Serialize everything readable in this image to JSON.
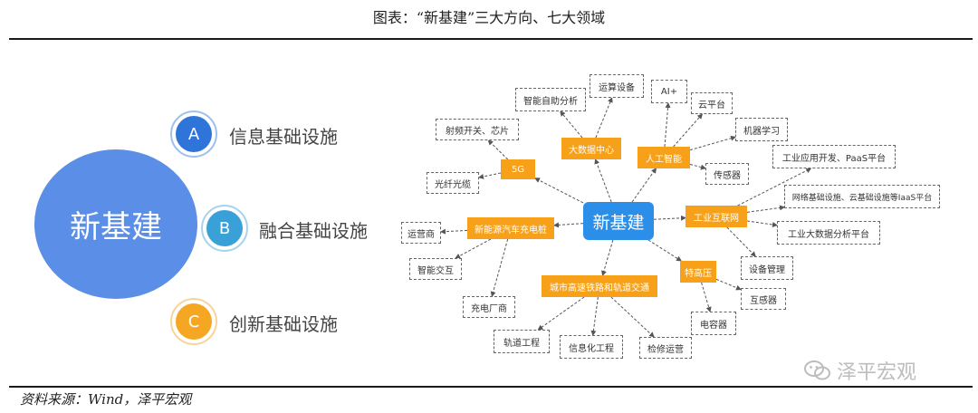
{
  "title": "图表：“新基建”三大方向、七大领域",
  "source": "资料来源：Wind，泽平宏观",
  "watermark": "泽平宏观",
  "left": {
    "core": "新基建",
    "categories": [
      {
        "letter": "A",
        "label": "信息基础设施",
        "color": "#2f74d8"
      },
      {
        "letter": "B",
        "label": "融合基础设施",
        "color": "#3aa0d8"
      },
      {
        "letter": "C",
        "label": "创新基础设施",
        "color": "#f5a623"
      }
    ]
  },
  "map": {
    "center": "新基建",
    "hubs": [
      {
        "id": "h5g",
        "label": "5G"
      },
      {
        "id": "hbig",
        "label": "大数据中心"
      },
      {
        "id": "hai",
        "label": "人工智能"
      },
      {
        "id": "hind",
        "label": "工业互联网"
      },
      {
        "id": "hnev",
        "label": "新能源汽车充电桩"
      },
      {
        "id": "hrail",
        "label": "城市高速铁路和轨道交通"
      },
      {
        "id": "huhv",
        "label": "特高压"
      }
    ],
    "leaves": [
      {
        "id": "l1",
        "label": "射频开关、芯片"
      },
      {
        "id": "l2",
        "label": "光纤光缆"
      },
      {
        "id": "l3",
        "label": "智能自助分析"
      },
      {
        "id": "l4",
        "label": "运算设备"
      },
      {
        "id": "l5",
        "label": "AI+"
      },
      {
        "id": "l6",
        "label": "云平台"
      },
      {
        "id": "l7",
        "label": "机器学习"
      },
      {
        "id": "l8",
        "label": "传感器"
      },
      {
        "id": "l9",
        "label": "工业应用开发、PaaS平台"
      },
      {
        "id": "l10",
        "label": "网络基础设施、云基础设施等IaaS平台"
      },
      {
        "id": "l11",
        "label": "工业大数据分析平台"
      },
      {
        "id": "l12",
        "label": "设备管理"
      },
      {
        "id": "l13",
        "label": "运营商"
      },
      {
        "id": "l14",
        "label": "智能交互"
      },
      {
        "id": "l15",
        "label": "充电厂商"
      },
      {
        "id": "l16",
        "label": "轨道工程"
      },
      {
        "id": "l17",
        "label": "信息化工程"
      },
      {
        "id": "l18",
        "label": "检修运营"
      },
      {
        "id": "l19",
        "label": "互感器"
      },
      {
        "id": "l20",
        "label": "电容器"
      }
    ]
  }
}
